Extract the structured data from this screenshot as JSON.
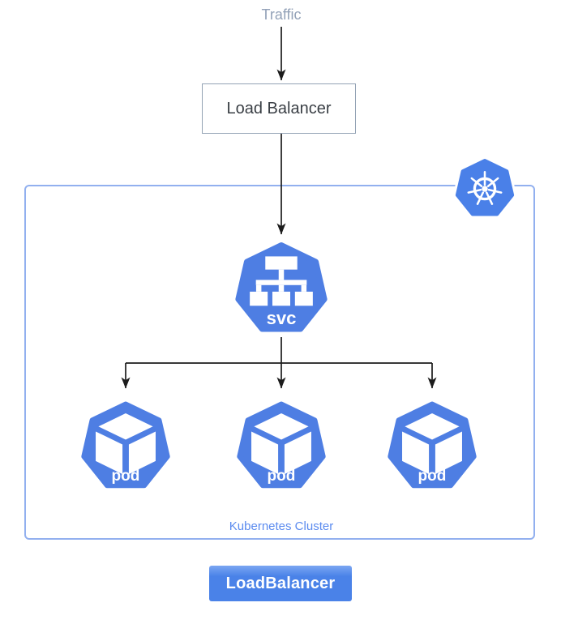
{
  "diagram": {
    "traffic_label": "Traffic",
    "load_balancer": {
      "label": "Load Balancer"
    },
    "cluster": {
      "label": "Kubernetes Cluster",
      "kubernetes_icon": "kubernetes-helm-wheel",
      "service": {
        "label": "svc",
        "icon": "service-tree"
      },
      "pods": [
        {
          "label": "pod",
          "icon": "cube"
        },
        {
          "label": "pod",
          "icon": "cube"
        },
        {
          "label": "pod",
          "icon": "cube"
        }
      ]
    },
    "service_type_badge": {
      "label": "LoadBalancer"
    }
  },
  "colors": {
    "node_blue": "#4e7ee3",
    "badge_blue": "#4a80e8",
    "button_blue": "#4a82e8",
    "button_blue_top": "#7ba6f2",
    "cluster_border": "#92b0ef",
    "cluster_label_text": "#5b8bef",
    "traffic_text": "#93a2b8",
    "arrow": "#1c1c1c",
    "lb_box_border": "#93a2b4",
    "lb_box_text": "#3a3f45"
  }
}
